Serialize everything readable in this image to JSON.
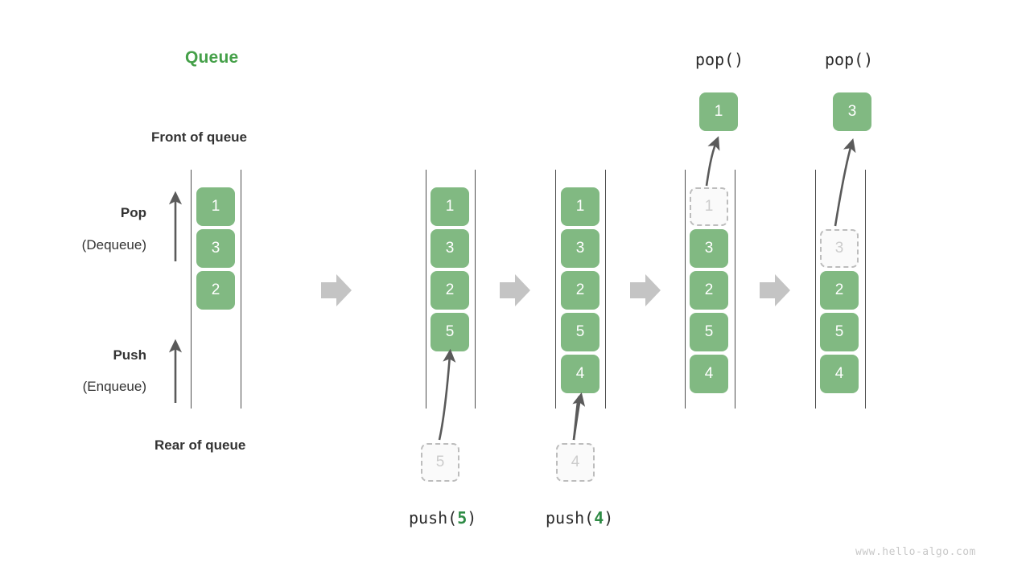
{
  "title": "Queue",
  "labels": {
    "front_of_queue": "Front of queue",
    "rear_of_queue": "Rear of queue",
    "pop_bold": "Pop",
    "pop_sub": "(Dequeue)",
    "push_bold": "Push",
    "push_sub": "(Enqueue)"
  },
  "watermark": "www.hello-algo.com",
  "colors": {
    "title_green": "#45a049",
    "box_green": "#81b982",
    "ghost_gray": "#bdbdbd",
    "arrow_gray": "#5a5a5a",
    "transition_arrow": "#c4c4c4",
    "text_dark": "#333333",
    "mono_number_green": "#2e8b45"
  },
  "columns": [
    {
      "id": "initial",
      "caption": "",
      "top_caption": "",
      "popped_value": "",
      "items": [
        {
          "value": "1",
          "state": "filled"
        },
        {
          "value": "3",
          "state": "filled"
        },
        {
          "value": "2",
          "state": "filled"
        }
      ]
    },
    {
      "id": "after-push-5",
      "caption": "push(",
      "caption_num": "5",
      "caption_end": ")",
      "incoming_value": "5",
      "items": [
        {
          "value": "1",
          "state": "filled"
        },
        {
          "value": "3",
          "state": "filled"
        },
        {
          "value": "2",
          "state": "filled"
        },
        {
          "value": "5",
          "state": "filled"
        }
      ]
    },
    {
      "id": "after-push-4",
      "caption": "push(",
      "caption_num": "4",
      "caption_end": ")",
      "incoming_value": "4",
      "items": [
        {
          "value": "1",
          "state": "filled"
        },
        {
          "value": "3",
          "state": "filled"
        },
        {
          "value": "2",
          "state": "filled"
        },
        {
          "value": "5",
          "state": "filled"
        },
        {
          "value": "4",
          "state": "filled"
        }
      ]
    },
    {
      "id": "after-pop-1",
      "top_caption": "pop()",
      "popped_value": "1",
      "items": [
        {
          "value": "1",
          "state": "ghost"
        },
        {
          "value": "3",
          "state": "filled"
        },
        {
          "value": "2",
          "state": "filled"
        },
        {
          "value": "5",
          "state": "filled"
        },
        {
          "value": "4",
          "state": "filled"
        }
      ]
    },
    {
      "id": "after-pop-3",
      "top_caption": "pop()",
      "popped_value": "3",
      "items": [
        {
          "value": "3",
          "state": "ghost"
        },
        {
          "value": "2",
          "state": "filled"
        },
        {
          "value": "5",
          "state": "filled"
        },
        {
          "value": "4",
          "state": "filled"
        }
      ]
    }
  ],
  "captions": {
    "push5_pre": "push(",
    "push5_num": "5",
    "push5_post": ")",
    "push4_pre": "push(",
    "push4_num": "4",
    "push4_post": ")",
    "pop1": "pop()",
    "pop2": "pop()"
  }
}
